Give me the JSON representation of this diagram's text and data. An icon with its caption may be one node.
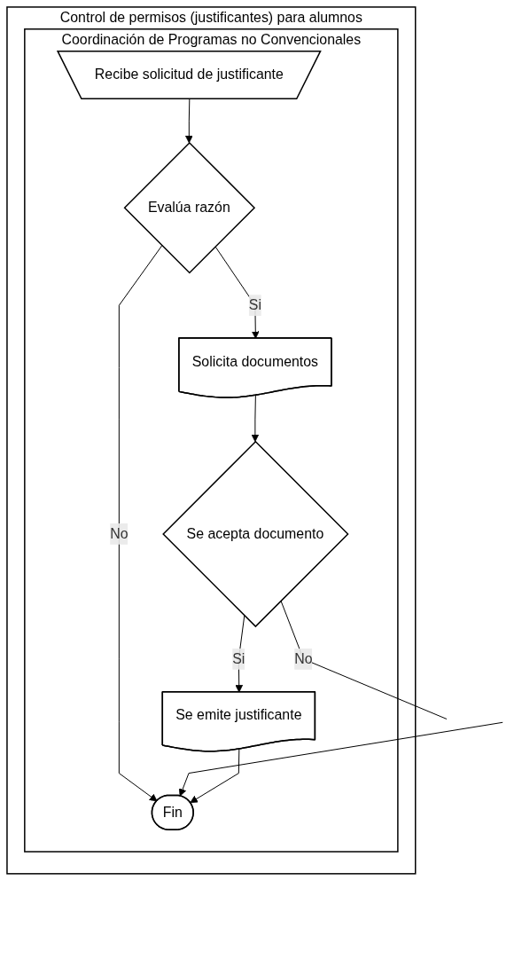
{
  "diagram": {
    "nodes": [
      {
        "text": [
          "Control de permisos (justificantes) para alumnos"
        ]
      },
      {
        "text": [
          "Coordinación de Programas no Convencionales"
        ],
        "in": 0
      },
      {
        "text": [
          "Recibe solicitud de justificante"
        ],
        "in": 1
      },
      {
        "text": [
          "Evalúa razón"
        ],
        "in": 1
      },
      {
        "text": [
          "Solicita documentos"
        ],
        "in": 1
      },
      {
        "text": [
          "Se acepta documento"
        ],
        "in": 1
      },
      {
        "text": [
          "Se emite justificante"
        ],
        "in": 1
      },
      {
        "text": [
          "Fin"
        ],
        "in": 1
      }
    ],
    "edges": [
      {
        "from": 2,
        "to": 3,
        "arrow": "to"
      },
      {
        "from": 3,
        "to": 4,
        "arrow": "to",
        "label": "Si"
      },
      {
        "from": 3,
        "to": 7,
        "arrow": "to",
        "label": "No"
      },
      {
        "from": 4,
        "to": 5,
        "arrow": "to"
      },
      {
        "from": 5,
        "to": 6,
        "arrow": "to",
        "label": "Si"
      },
      {
        "from": 5,
        "to": null,
        "arrow": "none",
        "label": "No"
      },
      {
        "from": null,
        "to": 7,
        "arrow": "to"
      },
      {
        "from": 6,
        "to": 7,
        "arrow": "to"
      }
    ]
  }
}
